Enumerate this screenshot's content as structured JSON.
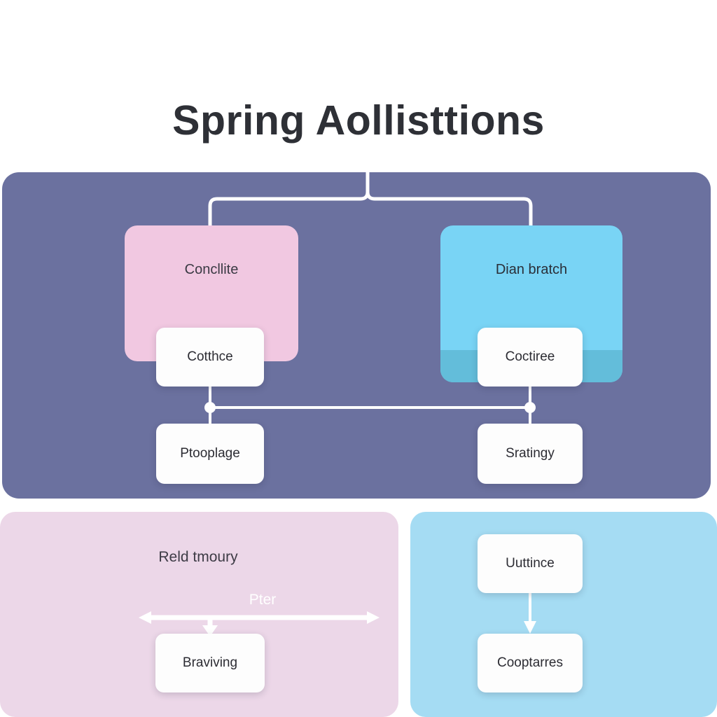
{
  "title": "Spring Aollisttions",
  "colors": {
    "main_panel": "#6b719f",
    "branch_left": "#f1c8e1",
    "branch_right": "#79d4f5",
    "branch_right_band": "#63bdda",
    "panel_bottom_left": "#ecd7e8",
    "panel_bottom_right": "#a5dcf3",
    "card": "#fdfdfd",
    "connector": "#ffffff",
    "title_text": "#2e3036"
  },
  "main_panel": {
    "branches": [
      {
        "name": "left-branch",
        "label": "Concllite",
        "card": "Cotthce",
        "lower_card": "Ptooplage"
      },
      {
        "name": "right-branch",
        "label": "Dian bratch",
        "card": "Coctiree",
        "lower_card": "Sratingy"
      }
    ]
  },
  "bottom_left_panel": {
    "title": "Reld tmoury",
    "measure_label": "Pter",
    "card": "Braviving"
  },
  "bottom_right_panel": {
    "cards": [
      {
        "label": "Uuttince"
      },
      {
        "label": "Cooptarres"
      }
    ]
  }
}
